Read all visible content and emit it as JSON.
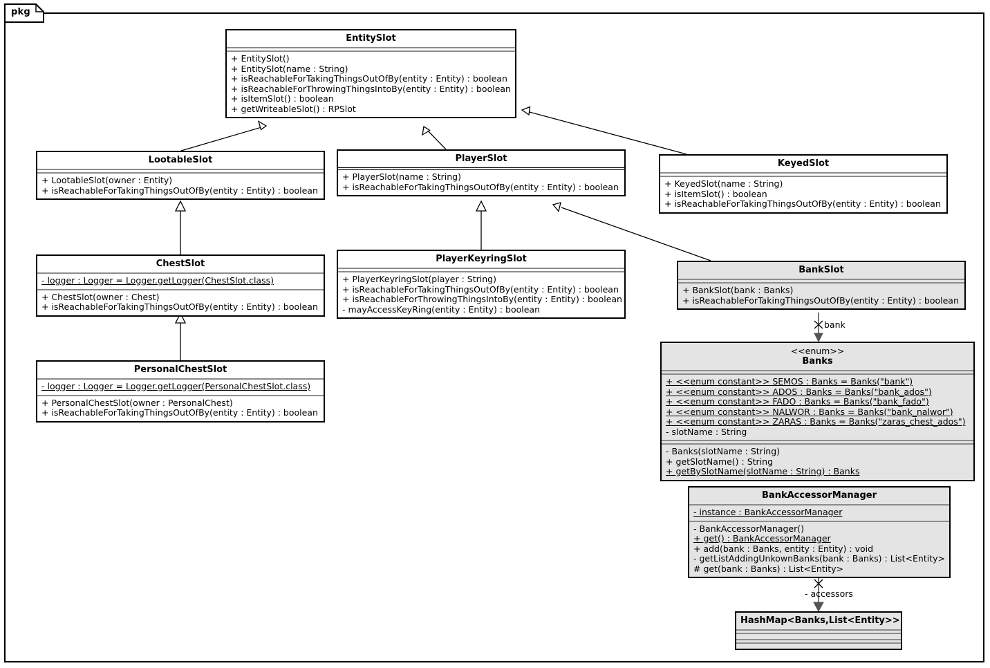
{
  "diagram": {
    "package_label": "pkg",
    "type": "uml-class-diagram"
  },
  "classes": {
    "entity_slot": {
      "name": "EntitySlot",
      "attributes": [],
      "operations": [
        "+ EntitySlot()",
        "+ EntitySlot(name : String)",
        "+ isReachableForTakingThingsOutOfBy(entity : Entity) : boolean",
        "+ isReachableForThrowingThingsIntoBy(entity : Entity) : boolean",
        "+ isItemSlot() : boolean",
        "+ getWriteableSlot() : RPSlot"
      ]
    },
    "lootable_slot": {
      "name": "LootableSlot",
      "attributes": [],
      "operations": [
        "+ LootableSlot(owner : Entity)",
        "+ isReachableForTakingThingsOutOfBy(entity : Entity) : boolean"
      ]
    },
    "player_slot": {
      "name": "PlayerSlot",
      "attributes": [],
      "operations": [
        "+ PlayerSlot(name : String)",
        "+ isReachableForTakingThingsOutOfBy(entity : Entity) : boolean"
      ]
    },
    "keyed_slot": {
      "name": "KeyedSlot",
      "attributes": [],
      "operations": [
        "+ KeyedSlot(name : String)",
        "+ isItemSlot() : boolean",
        "+ isReachableForTakingThingsOutOfBy(entity : Entity) : boolean"
      ]
    },
    "chest_slot": {
      "name": "ChestSlot",
      "attributes": [
        "- logger : Logger = Logger.getLogger(ChestSlot.class)"
      ],
      "operations": [
        "+ ChestSlot(owner : Chest)",
        "+ isReachableForTakingThingsOutOfBy(entity : Entity) : boolean"
      ]
    },
    "player_keyring_slot": {
      "name": "PlayerKeyringSlot",
      "attributes": [],
      "operations": [
        "+ PlayerKeyringSlot(player : String)",
        "+ isReachableForTakingThingsOutOfBy(entity : Entity) : boolean",
        "+ isReachableForThrowingThingsIntoBy(entity : Entity) : boolean",
        "- mayAccessKeyRing(entity : Entity) : boolean"
      ]
    },
    "bank_slot": {
      "name": "BankSlot",
      "attributes": [],
      "operations": [
        "+ BankSlot(bank : Banks)",
        "+ isReachableForTakingThingsOutOfBy(entity : Entity) : boolean"
      ]
    },
    "personal_chest_slot": {
      "name": "PersonalChestSlot",
      "attributes": [
        "- logger : Logger = Logger.getLogger(PersonalChestSlot.class)"
      ],
      "operations": [
        "+ PersonalChestSlot(owner : PersonalChest)",
        "+ isReachableForTakingThingsOutOfBy(entity : Entity) : boolean"
      ]
    },
    "banks": {
      "stereotype": "<<enum>>",
      "name": "Banks",
      "attributes": [
        "+ <<enum constant>> SEMOS : Banks = Banks(\"bank\")",
        "+ <<enum constant>> ADOS : Banks = Banks(\"bank_ados\")",
        "+ <<enum constant>> FADO : Banks = Banks(\"bank_fado\")",
        "+ <<enum constant>> NALWOR : Banks = Banks(\"bank_nalwor\")",
        "+ <<enum constant>> ZARAS : Banks = Banks(\"zaras_chest_ados\")",
        "- slotName : String"
      ],
      "attributes_static": [
        true,
        true,
        true,
        true,
        true,
        false
      ],
      "operations": [
        "- Banks(slotName : String)",
        "+ getSlotName() : String",
        "+ getBySlotName(slotName : String) : Banks"
      ],
      "operations_static": [
        false,
        false,
        true
      ]
    },
    "bank_accessor_manager": {
      "name": "BankAccessorManager",
      "attributes": [
        "- instance : BankAccessorManager"
      ],
      "attributes_static": [
        true
      ],
      "operations": [
        "- BankAccessorManager()",
        "+ get() : BankAccessorManager",
        "+ add(bank : Banks, entity : Entity) : void",
        "- getListAddingUnkownBanks(bank : Banks) : List<Entity>",
        "# get(bank : Banks) : List<Entity>"
      ],
      "operations_static": [
        false,
        true,
        false,
        false,
        false
      ]
    },
    "hash_map": {
      "name": "HashMap<Banks,List<Entity>>",
      "attributes": [],
      "operations": []
    }
  },
  "edges": [
    {
      "name": "lootable-slot-extends-entity-slot",
      "type": "generalization",
      "from": "LootableSlot",
      "to": "EntitySlot",
      "label": ""
    },
    {
      "name": "player-slot-extends-entity-slot",
      "type": "generalization",
      "from": "PlayerSlot",
      "to": "EntitySlot",
      "label": ""
    },
    {
      "name": "keyed-slot-extends-entity-slot",
      "type": "generalization",
      "from": "KeyedSlot",
      "to": "EntitySlot",
      "label": ""
    },
    {
      "name": "chest-slot-extends-lootable-slot",
      "type": "generalization",
      "from": "ChestSlot",
      "to": "LootableSlot",
      "label": ""
    },
    {
      "name": "personal-chest-slot-extends-chest-slot",
      "type": "generalization",
      "from": "PersonalChestSlot",
      "to": "ChestSlot",
      "label": ""
    },
    {
      "name": "player-keyring-slot-extends-player-slot",
      "type": "generalization",
      "from": "PlayerKeyringSlot",
      "to": "PlayerSlot",
      "label": ""
    },
    {
      "name": "bank-slot-extends-player-slot",
      "type": "generalization",
      "from": "BankSlot",
      "to": "PlayerSlot",
      "label": ""
    },
    {
      "name": "bank-slot-association-banks",
      "type": "association",
      "from": "BankSlot",
      "to": "Banks",
      "label": "bank"
    },
    {
      "name": "bank-accessor-manager-association-hashmap",
      "type": "association",
      "from": "BankAccessorManager",
      "to": "HashMap<Banks,List<Entity>>",
      "label": "- accessors"
    }
  ],
  "colors": {
    "background": "#ffffff",
    "line": "#000000",
    "separator": "#8c8c8c",
    "shaded_fill": "#e4e4e4"
  }
}
